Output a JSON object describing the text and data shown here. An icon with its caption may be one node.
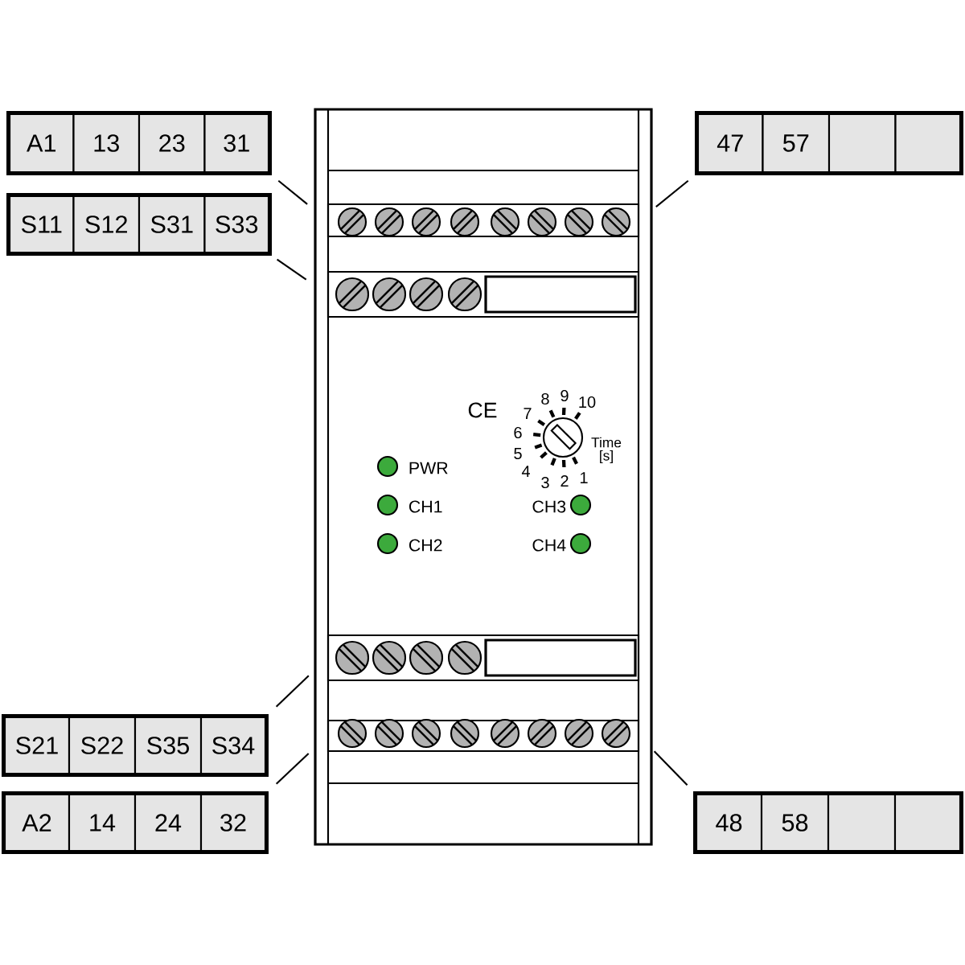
{
  "diagram": {
    "nodes": [
      {
        "text": [],
        "shape": "box"
      },
      {
        "text": [
          "A1"
        ],
        "in": 0
      },
      {
        "text": [
          "13"
        ],
        "in": 0
      },
      {
        "text": [
          "23"
        ],
        "in": 0
      },
      {
        "text": [
          "31"
        ],
        "in": 0
      },
      {
        "text": [],
        "shape": "box"
      },
      {
        "text": [
          "47"
        ],
        "in": 5
      },
      {
        "text": [
          "57"
        ],
        "in": 5
      },
      {
        "text": [],
        "shape": "box",
        "in": 5
      },
      {
        "text": [],
        "shape": "box",
        "in": 5
      },
      {
        "text": [],
        "shape": "box"
      },
      {
        "text": [
          "S11"
        ],
        "in": 10
      },
      {
        "text": [
          "S12"
        ],
        "in": 10
      },
      {
        "text": [
          "S31"
        ],
        "in": 10
      },
      {
        "text": [
          "S33"
        ],
        "in": 10
      },
      {
        "text": [],
        "shape": "box"
      },
      {
        "text": [],
        "shape": "box",
        "in": 15
      },
      {
        "text": [],
        "shape": "box",
        "in": 15
      },
      {
        "text": [],
        "shape": "box",
        "in": 15
      },
      {
        "text": [],
        "shape": "box",
        "in": 15
      },
      {
        "text": [],
        "shape": "box"
      },
      {
        "text": [
          "S21"
        ],
        "in": 20
      },
      {
        "text": [
          "S22"
        ],
        "in": 20
      },
      {
        "text": [
          "S35"
        ],
        "in": 20
      },
      {
        "text": [
          "S34"
        ],
        "in": 20
      },
      {
        "text": [],
        "shape": "box"
      },
      {
        "text": [
          "A2"
        ],
        "in": 25
      },
      {
        "text": [
          "14"
        ],
        "in": 25
      },
      {
        "text": [
          "24"
        ],
        "in": 25
      },
      {
        "text": [
          "32"
        ],
        "in": 25
      },
      {
        "text": [],
        "shape": "box"
      },
      {
        "text": [
          "48"
        ],
        "in": 30
      },
      {
        "text": [
          "58"
        ],
        "in": 30
      },
      {
        "text": [],
        "shape": "box",
        "in": 30
      },
      {
        "text": [],
        "shape": "box",
        "in": 30
      }
    ],
    "edges": [
      {
        "from": 0,
        "to": 16,
        "arrow": "none"
      },
      {
        "from": 5,
        "to": 16,
        "arrow": "none"
      },
      {
        "from": 10,
        "to": 17,
        "arrow": "none"
      },
      {
        "from": 20,
        "to": 18,
        "arrow": "none"
      },
      {
        "from": 25,
        "to": 19,
        "arrow": "none"
      },
      {
        "from": 30,
        "to": 19,
        "arrow": "none"
      }
    ],
    "labels": [
      "CE",
      "8",
      "9",
      "10",
      "7",
      "6",
      "Time",
      "5",
      "[s]",
      "4",
      "3",
      "2",
      "1",
      "PWR",
      "CH1",
      "CH3",
      "CH2",
      "CH4"
    ]
  }
}
